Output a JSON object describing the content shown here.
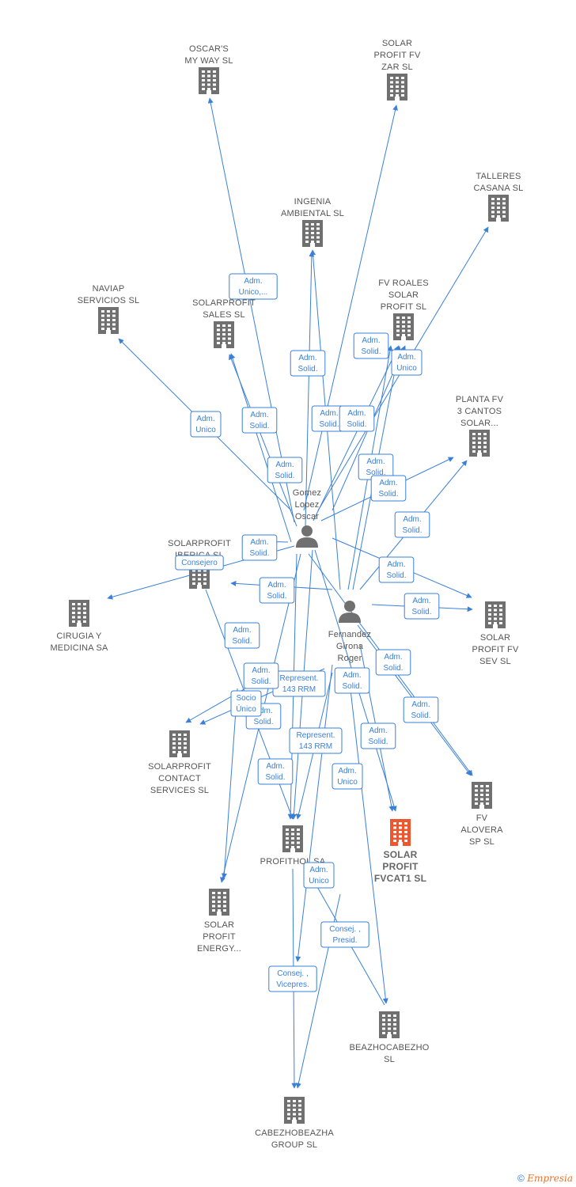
{
  "colors": {
    "edge": "#3a80d9",
    "building": "#707070",
    "highlight": "#f0562e",
    "label": "#555555"
  },
  "nodes": [
    {
      "id": "oscars",
      "type": "company",
      "lines": [
        "OSCAR'S",
        "MY WAY  SL"
      ]
    },
    {
      "id": "sp_zar",
      "type": "company",
      "lines": [
        "SOLAR",
        "PROFIT FV",
        "ZAR  SL"
      ]
    },
    {
      "id": "talleres",
      "type": "company",
      "lines": [
        "TALLERES",
        "CASANA  SL"
      ]
    },
    {
      "id": "ingenia",
      "type": "company",
      "lines": [
        "INGENIA",
        "AMBIENTAL SL"
      ]
    },
    {
      "id": "naviap",
      "type": "company",
      "lines": [
        "NAVIAP",
        "SERVICIOS  SL"
      ]
    },
    {
      "id": "sp_sales",
      "type": "company",
      "lines": [
        "SOLARPROFIT",
        "SALES  SL"
      ]
    },
    {
      "id": "fv_roales",
      "type": "company",
      "lines": [
        "FV ROALES",
        "SOLAR",
        "PROFIT  SL"
      ]
    },
    {
      "id": "planta",
      "type": "company",
      "lines": [
        "PLANTA FV",
        "3 CANTOS",
        "SOLAR..."
      ]
    },
    {
      "id": "sp_iberica",
      "type": "company",
      "lines": [
        "SOLARPROFIT",
        "IBERICA  SL"
      ]
    },
    {
      "id": "cirugia",
      "type": "company",
      "lines": [
        "CIRUGIA Y",
        "MEDICINA SA"
      ]
    },
    {
      "id": "sp_sev",
      "type": "company",
      "lines": [
        "SOLAR",
        "PROFIT FV",
        "SEV  SL"
      ]
    },
    {
      "id": "sp_contact",
      "type": "company",
      "lines": [
        "SOLARPROFIT",
        "CONTACT",
        "SERVICES  SL"
      ]
    },
    {
      "id": "fv_alovera",
      "type": "company",
      "lines": [
        "FV",
        "ALOVERA",
        "SP  SL"
      ]
    },
    {
      "id": "sp_fvcat1",
      "type": "company",
      "highlight": true,
      "lines": [
        "SOLAR",
        "PROFIT",
        "FVCAT1  SL"
      ]
    },
    {
      "id": "profithol",
      "type": "company",
      "lines": [
        "PROFITHOL SA"
      ]
    },
    {
      "id": "sp_energy",
      "type": "company",
      "lines": [
        "SOLAR",
        "PROFIT",
        "ENERGY..."
      ]
    },
    {
      "id": "beazho",
      "type": "company",
      "lines": [
        "BEAZHOCABEZHO",
        "SL"
      ]
    },
    {
      "id": "cabezho",
      "type": "company",
      "lines": [
        "CABEZHOBEAZHA",
        "GROUP  SL"
      ]
    },
    {
      "id": "gomez",
      "type": "person",
      "lines": [
        "Gomez",
        "Lopez",
        "Oscar"
      ]
    },
    {
      "id": "fernandez",
      "type": "person",
      "lines": [
        "Fernandez",
        "Girona",
        "Roger"
      ]
    }
  ],
  "relations": [
    {
      "lines": [
        "Adm.",
        "Unico,..."
      ]
    },
    {
      "lines": [
        "Adm.",
        "Solid."
      ]
    },
    {
      "lines": [
        "Adm.",
        "Solid."
      ]
    },
    {
      "lines": [
        "Adm.",
        "Unico"
      ]
    },
    {
      "lines": [
        "Adm.",
        "Unico"
      ]
    },
    {
      "lines": [
        "Adm.",
        "Solid."
      ]
    },
    {
      "lines": [
        "Adm.",
        "Solid."
      ]
    },
    {
      "lines": [
        "Adm.",
        "Solid."
      ]
    },
    {
      "lines": [
        "Adm.",
        "Solid."
      ]
    },
    {
      "lines": [
        "Adm.",
        "Solid."
      ]
    },
    {
      "lines": [
        "Adm.",
        "Solid."
      ]
    },
    {
      "lines": [
        "Adm.",
        "Solid."
      ]
    },
    {
      "lines": [
        "Adm.",
        "Solid."
      ]
    },
    {
      "lines": [
        "Consejero"
      ]
    },
    {
      "lines": [
        "Adm.",
        "Solid."
      ]
    },
    {
      "lines": [
        "Adm.",
        "Solid."
      ]
    },
    {
      "lines": [
        "Adm.",
        "Solid."
      ]
    },
    {
      "lines": [
        "Adm.",
        "Solid."
      ]
    },
    {
      "lines": [
        "Adm.",
        "Solid."
      ]
    },
    {
      "lines": [
        "Represent.",
        "143 RRM"
      ]
    },
    {
      "lines": [
        "Adm.",
        "Solid."
      ]
    },
    {
      "lines": [
        "Adm.",
        "Solid."
      ]
    },
    {
      "lines": [
        "Adm.",
        "Solid."
      ]
    },
    {
      "lines": [
        "Socio",
        "Único"
      ]
    },
    {
      "lines": [
        "Adm.",
        "Solid."
      ]
    },
    {
      "lines": [
        "Represent.",
        "143 RRM"
      ]
    },
    {
      "lines": [
        "Adm.",
        "Solid."
      ]
    },
    {
      "lines": [
        "Adm.",
        "Solid."
      ]
    },
    {
      "lines": [
        "Adm.",
        "Unico"
      ]
    },
    {
      "lines": [
        "Adm.",
        "Unico"
      ]
    },
    {
      "lines": [
        "Consej. ,",
        "Presid."
      ]
    },
    {
      "lines": [
        "Consej. ,",
        "Vicepres."
      ]
    }
  ],
  "footer": {
    "copyright": "©",
    "brand": "Empresia"
  }
}
